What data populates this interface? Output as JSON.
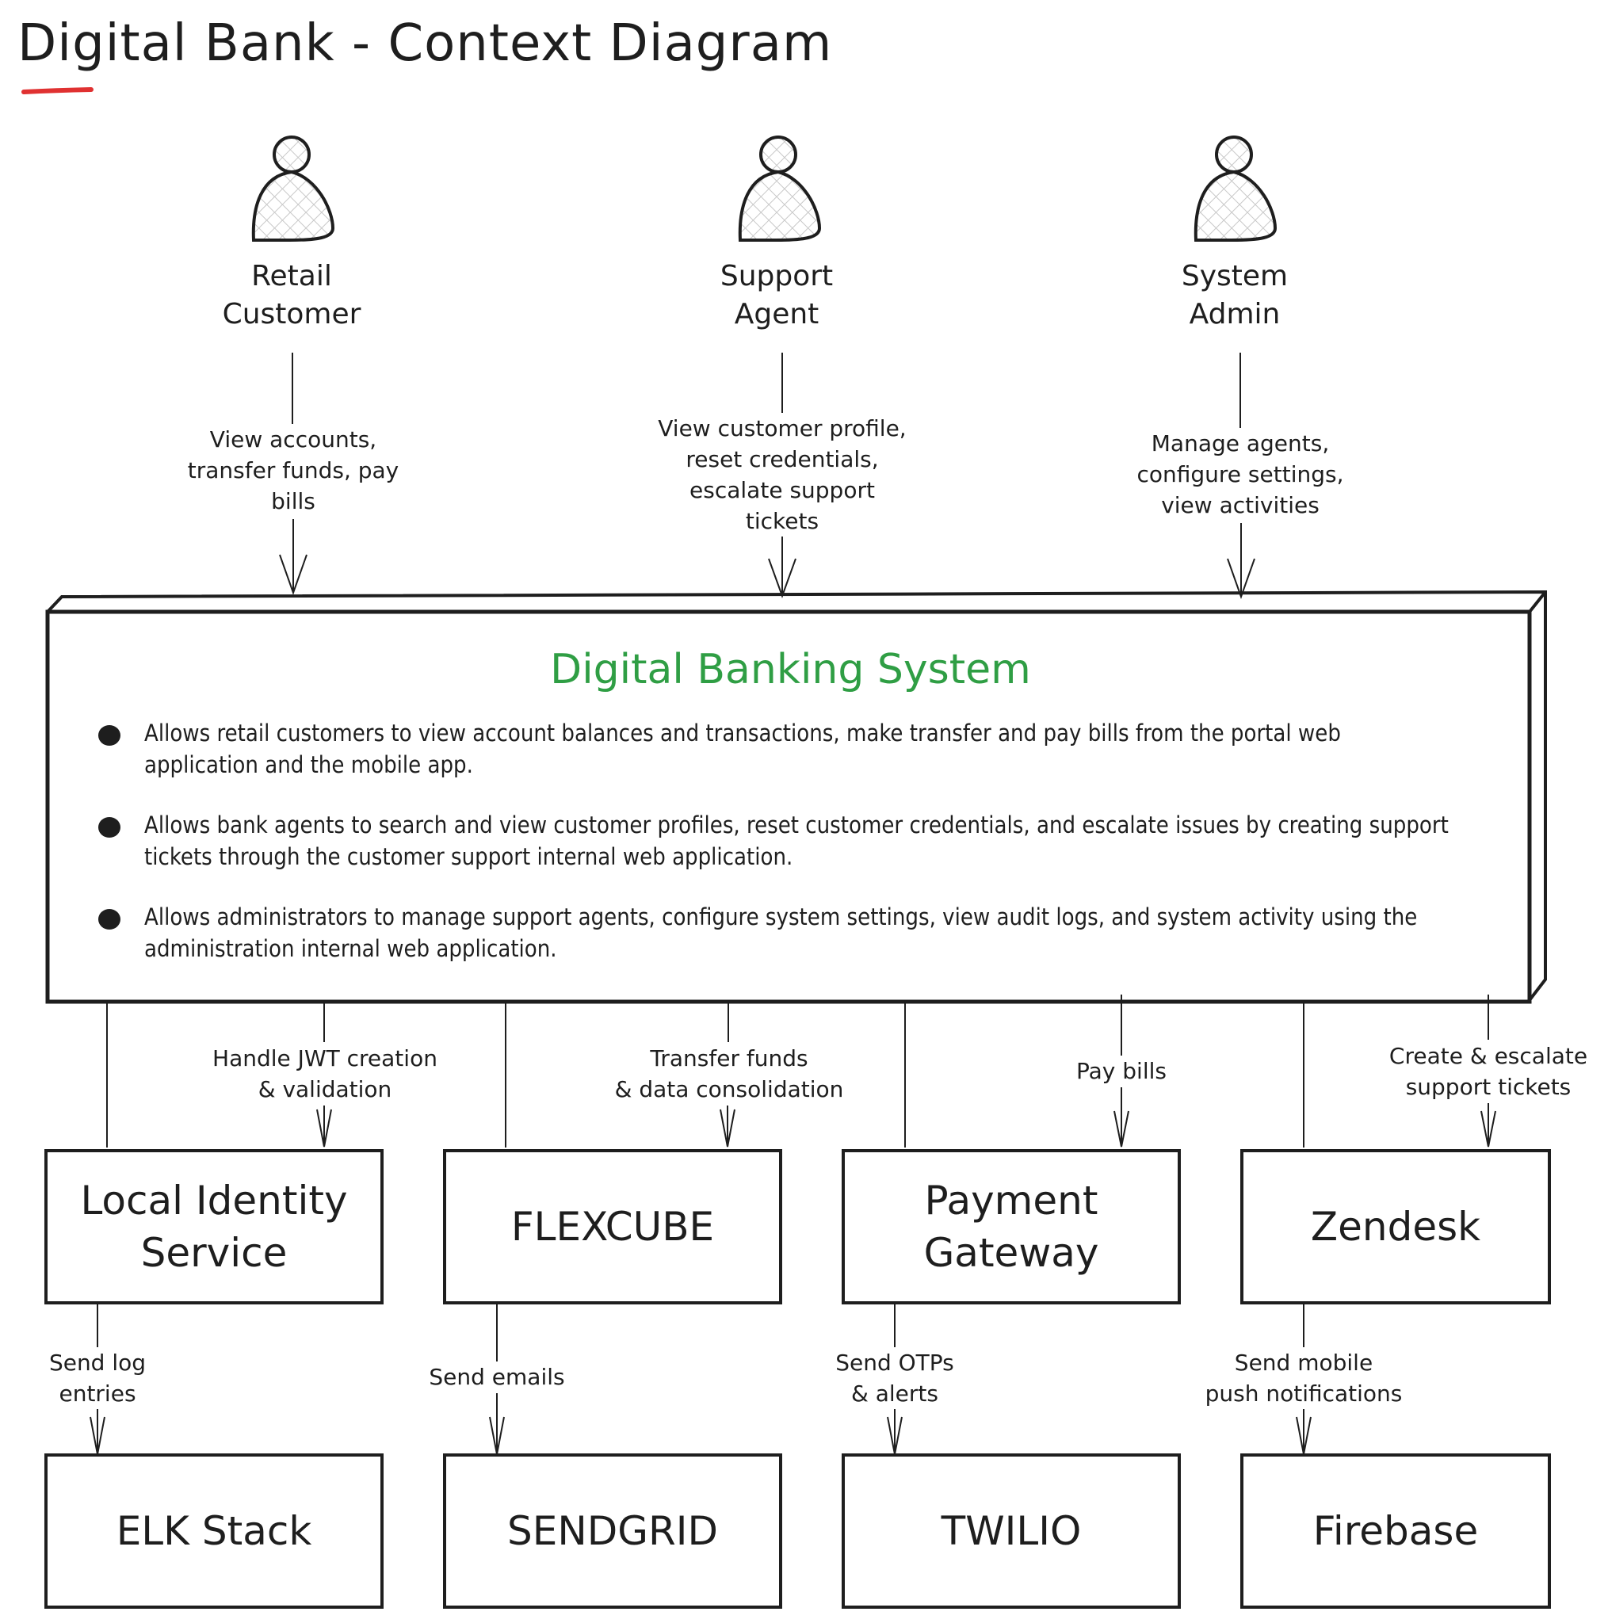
{
  "title": "Digital Bank - Context Diagram",
  "colors": {
    "stroke": "#1e1e1e",
    "system_title": "#2f9e44",
    "title_underline": "#e03131",
    "actor_hatch": "#c8c8c8"
  },
  "actors": [
    {
      "id": "retail-customer",
      "label_line1": "Retail",
      "label_line2": "Customer",
      "icon": "person-icon"
    },
    {
      "id": "support-agent",
      "label_line1": "Support",
      "label_line2": "Agent",
      "icon": "person-icon"
    },
    {
      "id": "system-admin",
      "label_line1": "System",
      "label_line2": "Admin",
      "icon": "person-icon"
    }
  ],
  "actor_relationships": [
    {
      "from": "Retail Customer",
      "to": "Digital Banking System",
      "lines": [
        "View accounts,",
        "transfer funds, pay",
        "bills"
      ]
    },
    {
      "from": "Support Agent",
      "to": "Digital Banking System",
      "lines": [
        "View customer profile,",
        "reset credentials,",
        "escalate support",
        "tickets"
      ]
    },
    {
      "from": "System Admin",
      "to": "Digital Banking System",
      "lines": [
        "Manage agents,",
        "configure settings,",
        "view activities"
      ]
    }
  ],
  "system": {
    "name": "Digital Banking System",
    "bullets": [
      "Allows retail customers to view account balances and transactions, make transfer and pay bills from the portal web application and the mobile app.",
      "Allows bank agents to search and view customer profiles, reset customer credentials, and escalate issues by creating support tickets through the customer support internal web application.",
      "Allows administrators to manage support agents, configure system settings, view audit logs, and system activity using the administration internal web application."
    ]
  },
  "services": [
    {
      "name_line1": "Local Identity",
      "name_line2": "Service",
      "relationship_lines": [
        "Handle JWT creation",
        "& validation"
      ]
    },
    {
      "name_line1": "FLEXCUBE",
      "name_line2": "",
      "relationship_lines": [
        "Transfer funds",
        "& data consolidation"
      ]
    },
    {
      "name_line1": "Payment",
      "name_line2": "Gateway",
      "relationship_lines": [
        "Pay bills"
      ]
    },
    {
      "name_line1": "Zendesk",
      "name_line2": "",
      "relationship_lines": [
        "Create & escalate",
        "support tickets"
      ]
    }
  ],
  "downstream": [
    {
      "name": "ELK Stack",
      "from": "Local Identity Service",
      "relationship_lines": [
        "Send log",
        "entries"
      ]
    },
    {
      "name": "SENDGRID",
      "from": "FLEXCUBE",
      "relationship_lines": [
        "Send emails"
      ]
    },
    {
      "name": "TWILIO",
      "from": "Payment Gateway",
      "relationship_lines": [
        "Send OTPs",
        "& alerts"
      ]
    },
    {
      "name": "Firebase",
      "from": "Zendesk",
      "relationship_lines": [
        "Send mobile",
        "push notifications"
      ]
    }
  ]
}
